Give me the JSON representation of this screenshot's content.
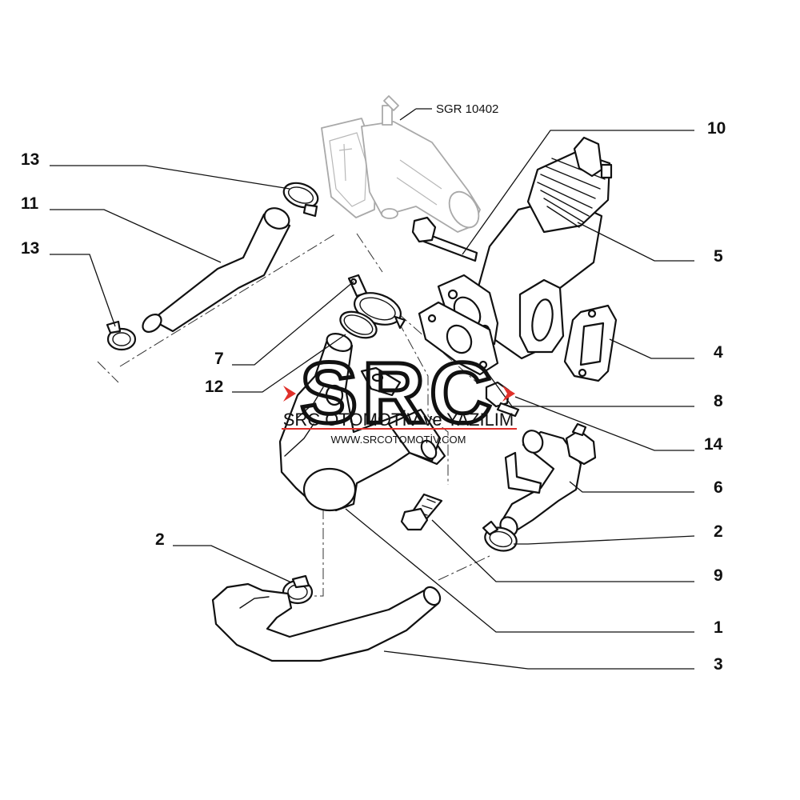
{
  "diagram": {
    "reference_code": "SGR 10402",
    "callouts": [
      {
        "id": "callout-13-top",
        "label": "13"
      },
      {
        "id": "callout-11",
        "label": "11"
      },
      {
        "id": "callout-13-left",
        "label": "13"
      },
      {
        "id": "callout-7",
        "label": "7"
      },
      {
        "id": "callout-12",
        "label": "12"
      },
      {
        "id": "callout-2-left",
        "label": "2"
      },
      {
        "id": "callout-10",
        "label": "10"
      },
      {
        "id": "callout-5",
        "label": "5"
      },
      {
        "id": "callout-4",
        "label": "4"
      },
      {
        "id": "callout-8",
        "label": "8"
      },
      {
        "id": "callout-14",
        "label": "14"
      },
      {
        "id": "callout-6",
        "label": "6"
      },
      {
        "id": "callout-2-right",
        "label": "2"
      },
      {
        "id": "callout-9",
        "label": "9"
      },
      {
        "id": "callout-1",
        "label": "1"
      },
      {
        "id": "callout-3",
        "label": "3"
      }
    ]
  },
  "watermark": {
    "logo_text": "SRC",
    "company": "SRC OTOMOTİV ve YAZILIM",
    "url": "WWW.SRCOTOMOTİV.COM",
    "accent_color": "#e0302a"
  }
}
